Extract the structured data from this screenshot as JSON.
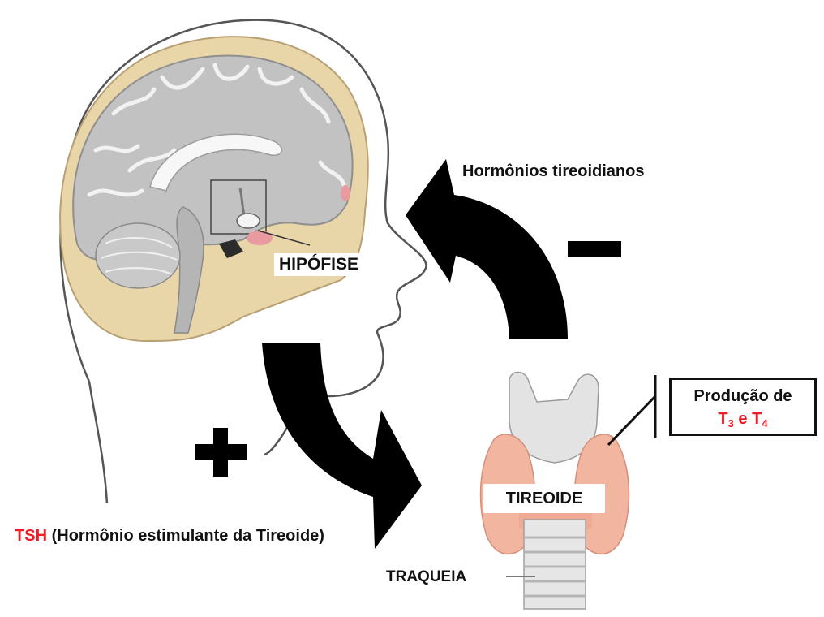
{
  "labels": {
    "hipofise": "HIPÓFISE",
    "hormonios": "Hormônios tireoidianos",
    "producao_line1": "Produção de",
    "producao_t": "T",
    "producao_sub1": "3",
    "producao_e": " e ",
    "producao_sub2": "4",
    "tireoide": "TIREOIDE",
    "tsh_abbr": "TSH",
    "tsh_desc": " (Hormônio estimulante da Tireoide)",
    "traqueia": "TRAQUEIA"
  },
  "signs": {
    "positive": "+",
    "negative": "−"
  },
  "colors": {
    "arrow": "#000000",
    "highlight": "#ee1c24",
    "skin_outline": "#555555",
    "brain": "#bdbdbd",
    "skull": "#e9d6a8",
    "thyroid": "#f2b5a0",
    "cartilage": "#e3e3e3"
  }
}
